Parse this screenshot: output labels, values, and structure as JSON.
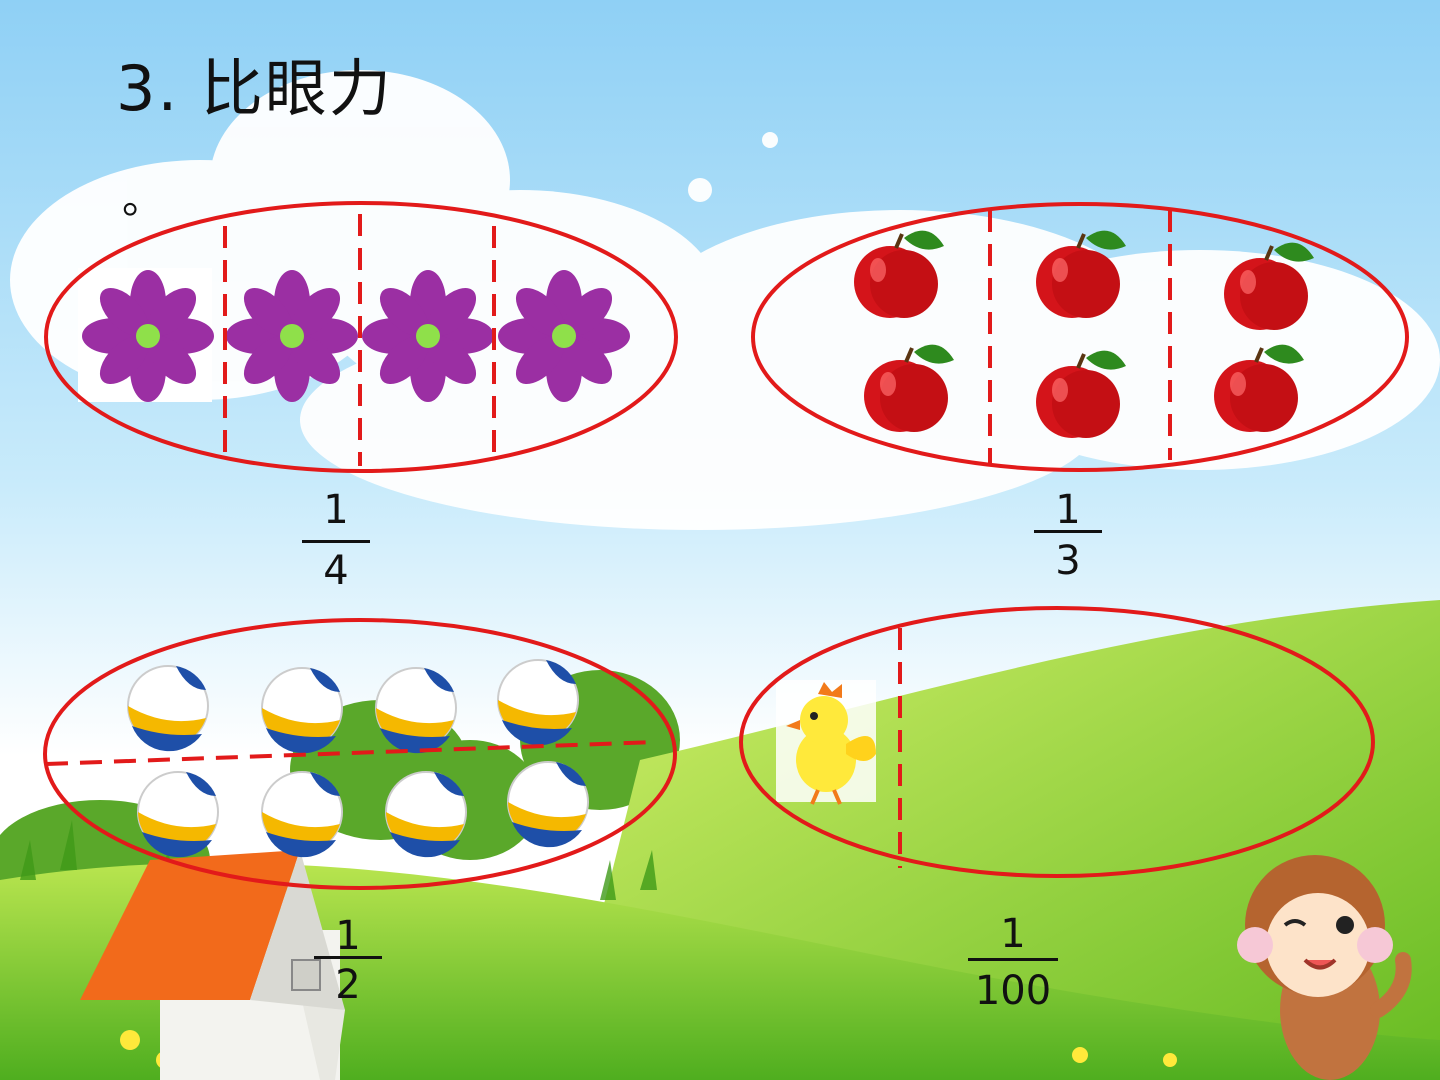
{
  "slide": {
    "title": "3. 比眼力",
    "subtitle_mark": "。"
  },
  "groups": {
    "flowers": {
      "item_icon": "purple-flower-icon",
      "count": 4,
      "parts": 4
    },
    "apples": {
      "item_icon": "red-apple-icon",
      "count": 6,
      "parts": 3
    },
    "balls": {
      "item_icon": "volleyball-icon",
      "count": 8,
      "parts": 2
    },
    "chick": {
      "item_icon": "yellow-chick-icon",
      "count": 1
    }
  },
  "fractions": {
    "flowers": {
      "numerator": "1",
      "denominator": "4"
    },
    "apples": {
      "numerator": "1",
      "denominator": "3"
    },
    "balls": {
      "numerator": "1",
      "denominator": "2"
    },
    "chick": {
      "numerator": "1",
      "denominator": "100"
    }
  },
  "colors": {
    "sky_top": "#7cc6f2",
    "grass": "#6cbf2a",
    "grass_light": "#b8e24a",
    "ellipse_red": "#e21a1a",
    "flower_purple": "#9b2fa3",
    "apple_red": "#d4141a",
    "roof_orange": "#f26a1b"
  }
}
